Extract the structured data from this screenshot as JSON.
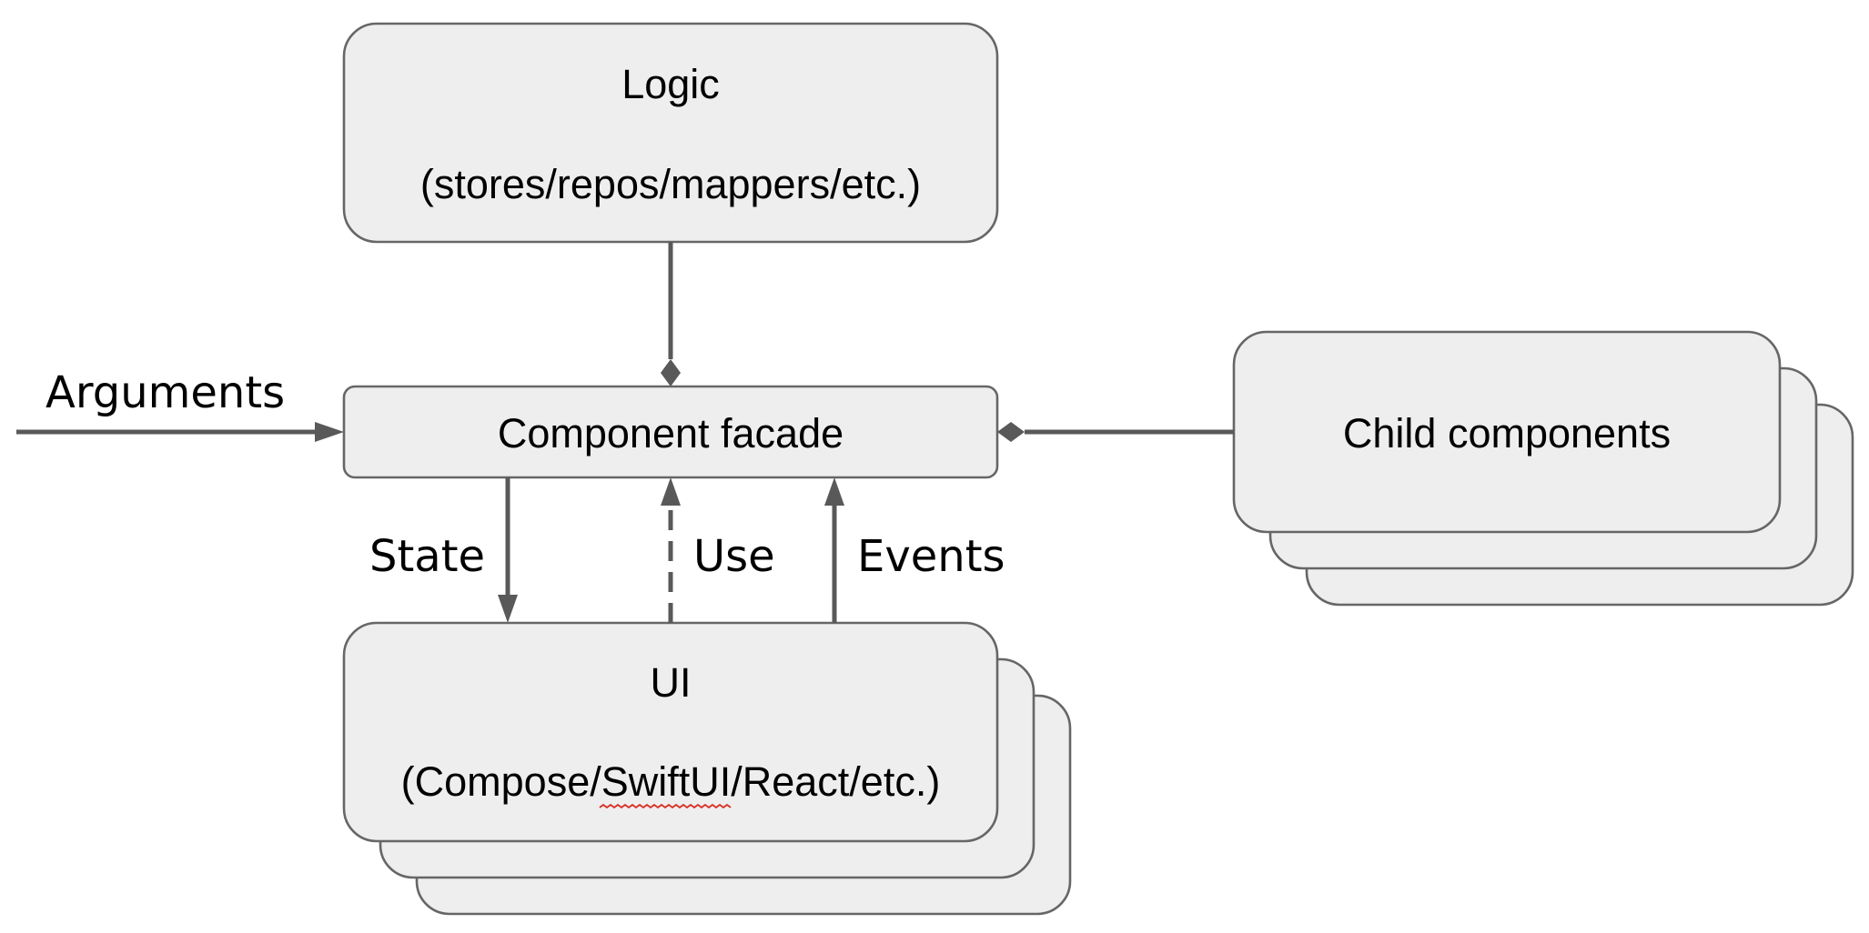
{
  "nodes": {
    "logic": {
      "title": "Logic",
      "subtitle": "(stores/repos/mappers/etc.)"
    },
    "facade": {
      "title": "Component facade"
    },
    "ui": {
      "title": "UI",
      "subtitle_open": "(Compose/",
      "subtitle_highlight": "SwiftUI",
      "subtitle_close": "/React/etc.)"
    },
    "children": {
      "title": "Child components"
    }
  },
  "edges": {
    "arguments": "Arguments",
    "state": "State",
    "use": "Use",
    "events": "Events"
  },
  "colors": {
    "box_fill": "#eeeeee",
    "box_stroke": "#666666",
    "connector": "#595959",
    "spellcheck_underline": "#d93025"
  }
}
